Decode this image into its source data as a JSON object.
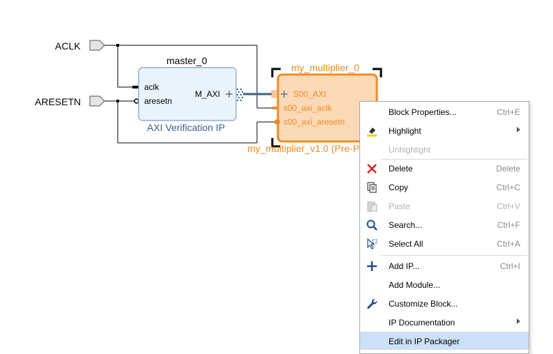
{
  "ports": {
    "aclk": "ACLK",
    "aresetn": "ARESETN"
  },
  "master": {
    "title": "master_0",
    "pins": {
      "aclk": "aclk",
      "aresetn": "aresetn",
      "maxi": "M_AXI"
    },
    "subtitle": "AXI Verification IP"
  },
  "multiplier": {
    "title": "my_multiplier_0",
    "pins": {
      "s00_axi": "S00_AXI",
      "aclk": "s00_axi_aclk",
      "aresetn": "s00_axi_aresetn"
    },
    "subtitle": "my_multiplier_v1.0 (Pre-P"
  },
  "colors": {
    "accent": "#f08a24",
    "block_fill": "#eaf3fc",
    "block_border": "#7f9fc6",
    "bus": "#3d5f8a",
    "menu_selected": "#cce0f7"
  },
  "menu": {
    "items": [
      {
        "label": "Block Properties...",
        "shortcut": "Ctrl+E",
        "icon": "none",
        "disabled": false,
        "submenu": false
      },
      {
        "label": "Highlight",
        "shortcut": "",
        "icon": "highlight-icon",
        "disabled": false,
        "submenu": true
      },
      {
        "label": "Unhighlight",
        "shortcut": "",
        "icon": "none",
        "disabled": true,
        "submenu": false
      },
      {
        "label": "Delete",
        "shortcut": "Delete",
        "icon": "delete-icon",
        "disabled": false,
        "submenu": false
      },
      {
        "label": "Copy",
        "shortcut": "Ctrl+C",
        "icon": "copy-icon",
        "disabled": false,
        "submenu": false
      },
      {
        "label": "Paste",
        "shortcut": "Ctrl+V",
        "icon": "paste-icon",
        "disabled": true,
        "submenu": false
      },
      {
        "label": "Search...",
        "shortcut": "Ctrl+F",
        "icon": "search-icon",
        "disabled": false,
        "submenu": false
      },
      {
        "label": "Select All",
        "shortcut": "Ctrl+A",
        "icon": "select-all-icon",
        "disabled": false,
        "submenu": false
      },
      {
        "label": "Add IP...",
        "shortcut": "Ctrl+I",
        "icon": "add-icon",
        "disabled": false,
        "submenu": false
      },
      {
        "label": "Add Module...",
        "shortcut": "",
        "icon": "none",
        "disabled": false,
        "submenu": false
      },
      {
        "label": "Customize Block...",
        "shortcut": "",
        "icon": "wrench-icon",
        "disabled": false,
        "submenu": false
      },
      {
        "label": "IP Documentation",
        "shortcut": "",
        "icon": "none",
        "disabled": false,
        "submenu": true
      },
      {
        "label": "Edit in IP Packager",
        "shortcut": "",
        "icon": "none",
        "disabled": false,
        "submenu": false,
        "selected": true
      }
    ]
  }
}
